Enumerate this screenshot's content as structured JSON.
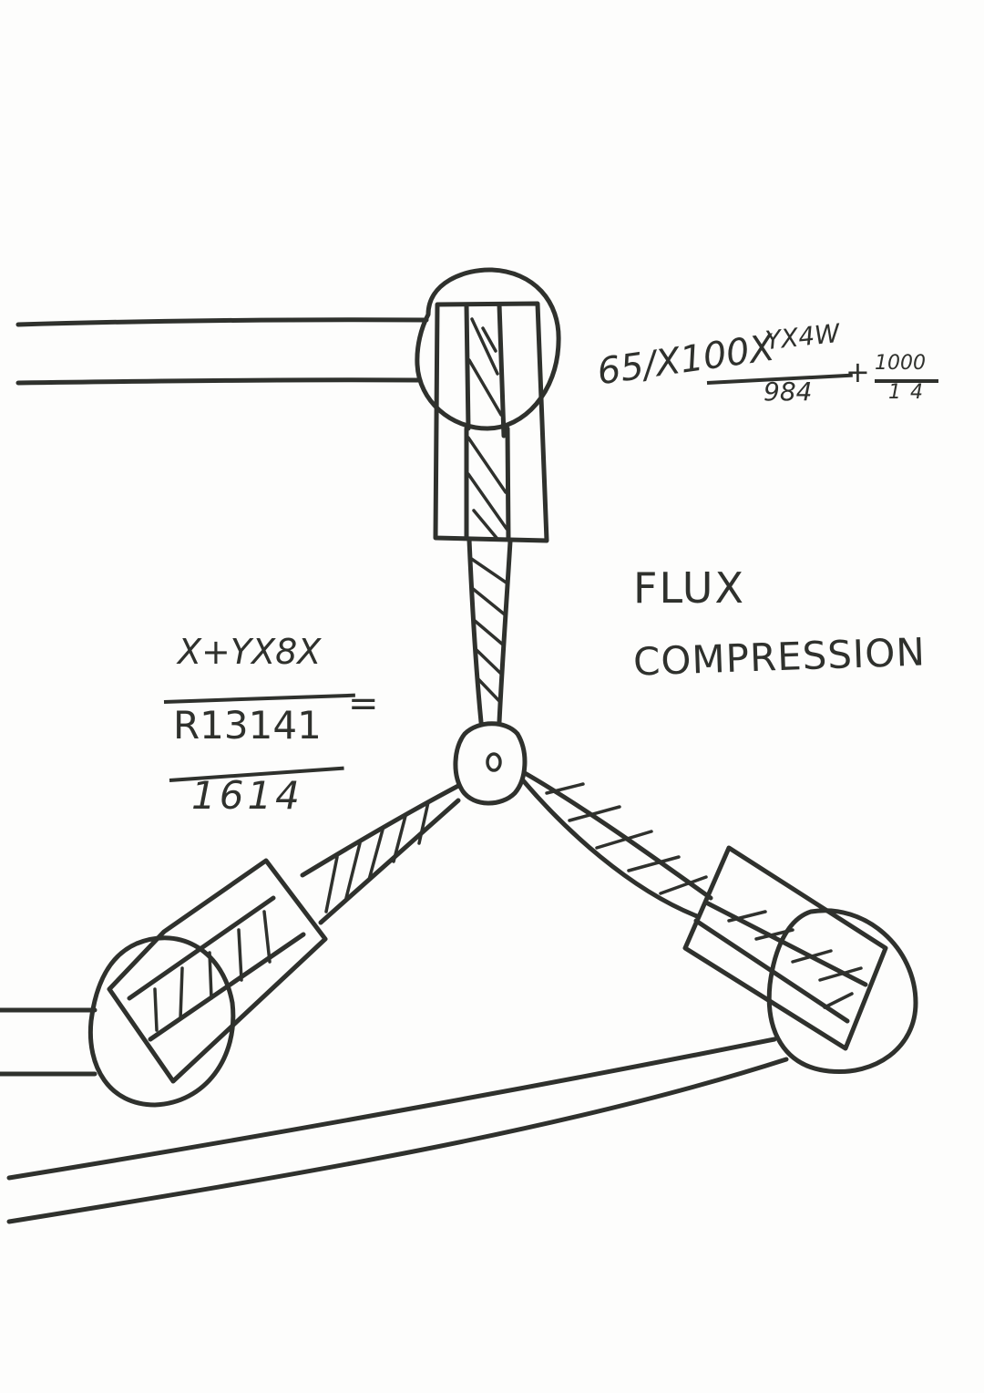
{
  "colors": {
    "ink": "#2f312d",
    "paper": "#fdfdfc"
  },
  "top_formula": {
    "prefix": "65/X100X",
    "fraction1": {
      "numerator": "YX4W",
      "denominator": "984"
    },
    "operator": "+",
    "fraction2": {
      "numerator": "1000",
      "denominator": "14"
    }
  },
  "flux_label": {
    "line1": "FLUX",
    "line2": "COMPRESSION"
  },
  "left_formula": {
    "line1": "X+YX8X",
    "line2": "R13141",
    "equals": "=",
    "line3": "1614"
  }
}
